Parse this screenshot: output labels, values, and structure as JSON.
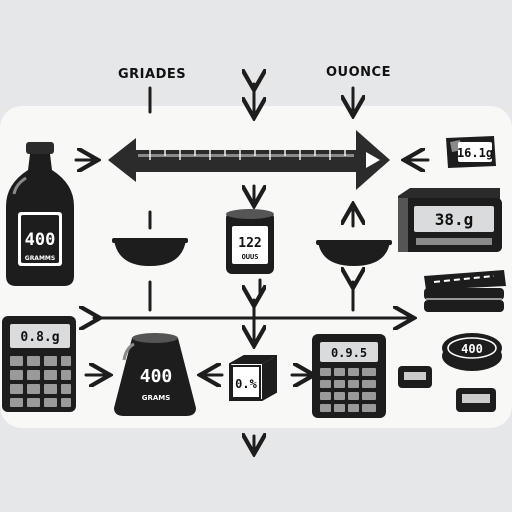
{
  "labels": {
    "left_heading": "GRIADES",
    "right_heading": "OUONCE"
  },
  "bottle": {
    "value": "400",
    "unit": "GRAMMS"
  },
  "cylinder": {
    "value": "122",
    "unit": "OUUS"
  },
  "tag_top_right": {
    "value": "16.1g"
  },
  "scale_display_right": {
    "value": "38.g"
  },
  "calculator_left": {
    "display": "0.8.g"
  },
  "weight_center": {
    "value": "400",
    "unit": "GRAMS"
  },
  "cube": {
    "value": "0.%"
  },
  "calculator_right": {
    "display": "0.9.5"
  },
  "coin": {
    "value": "400"
  },
  "colors": {
    "ink": "#1d1d1d",
    "panel": "#f8f8f6",
    "background": "#e6e7e9"
  }
}
